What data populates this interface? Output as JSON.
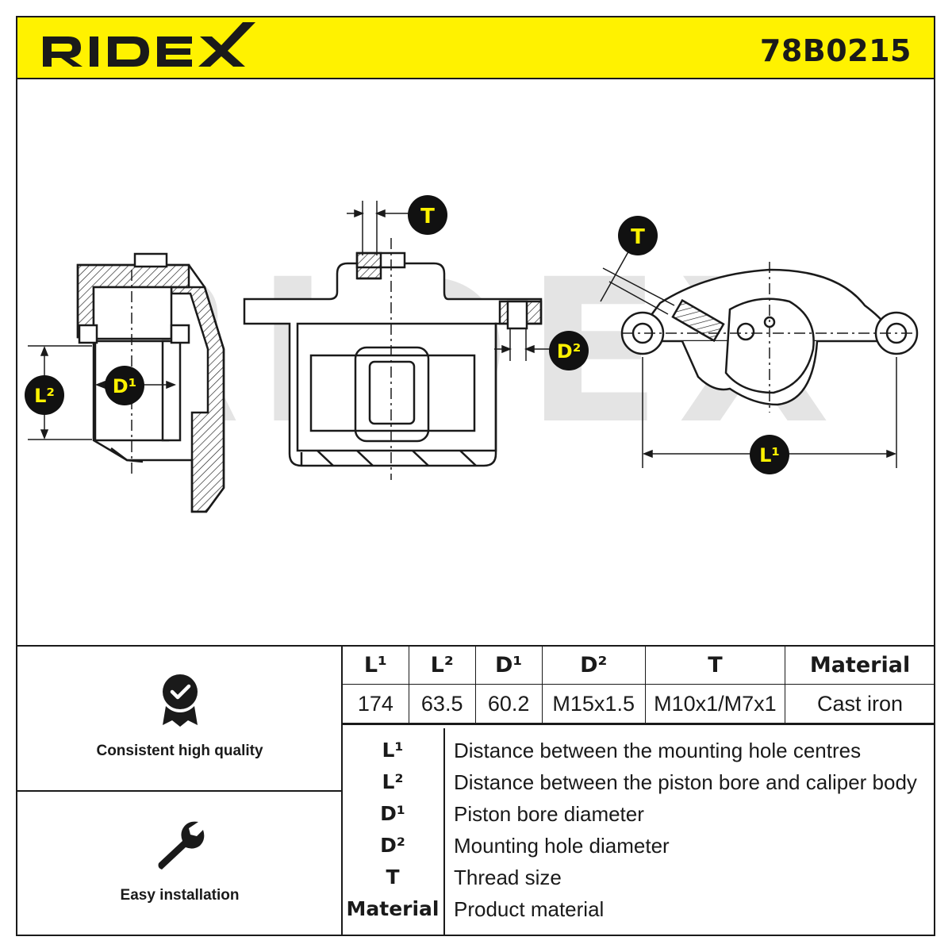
{
  "header": {
    "brand": "RIDEX",
    "part_number": "78B0215",
    "accent_color": "#fff200"
  },
  "diagram": {
    "watermark": "RIDEX",
    "callouts": {
      "t_left": "T",
      "t_right": "T",
      "d1": "D¹",
      "d2": "D²",
      "l1": "L¹",
      "l2": "L²"
    }
  },
  "features": [
    {
      "icon": "quality-badge-icon",
      "label": "Consistent high quality"
    },
    {
      "icon": "wrench-icon",
      "label": "Easy installation"
    }
  ],
  "spec_table": {
    "headers": [
      "L¹",
      "L²",
      "D¹",
      "D²",
      "T",
      "Material"
    ],
    "values": [
      "174",
      "63.5",
      "60.2",
      "M15x1.5",
      "M10x1/M7x1",
      "Cast iron"
    ]
  },
  "legend": [
    {
      "symbol": "L¹",
      "description": "Distance between the mounting hole centres"
    },
    {
      "symbol": "L²",
      "description": "Distance between the piston bore and caliper body"
    },
    {
      "symbol": "D¹",
      "description": "Piston bore diameter"
    },
    {
      "symbol": "D²",
      "description": "Mounting hole diameter"
    },
    {
      "symbol": "T",
      "description": "Thread size"
    },
    {
      "symbol": "Material",
      "description": "Product material"
    }
  ]
}
